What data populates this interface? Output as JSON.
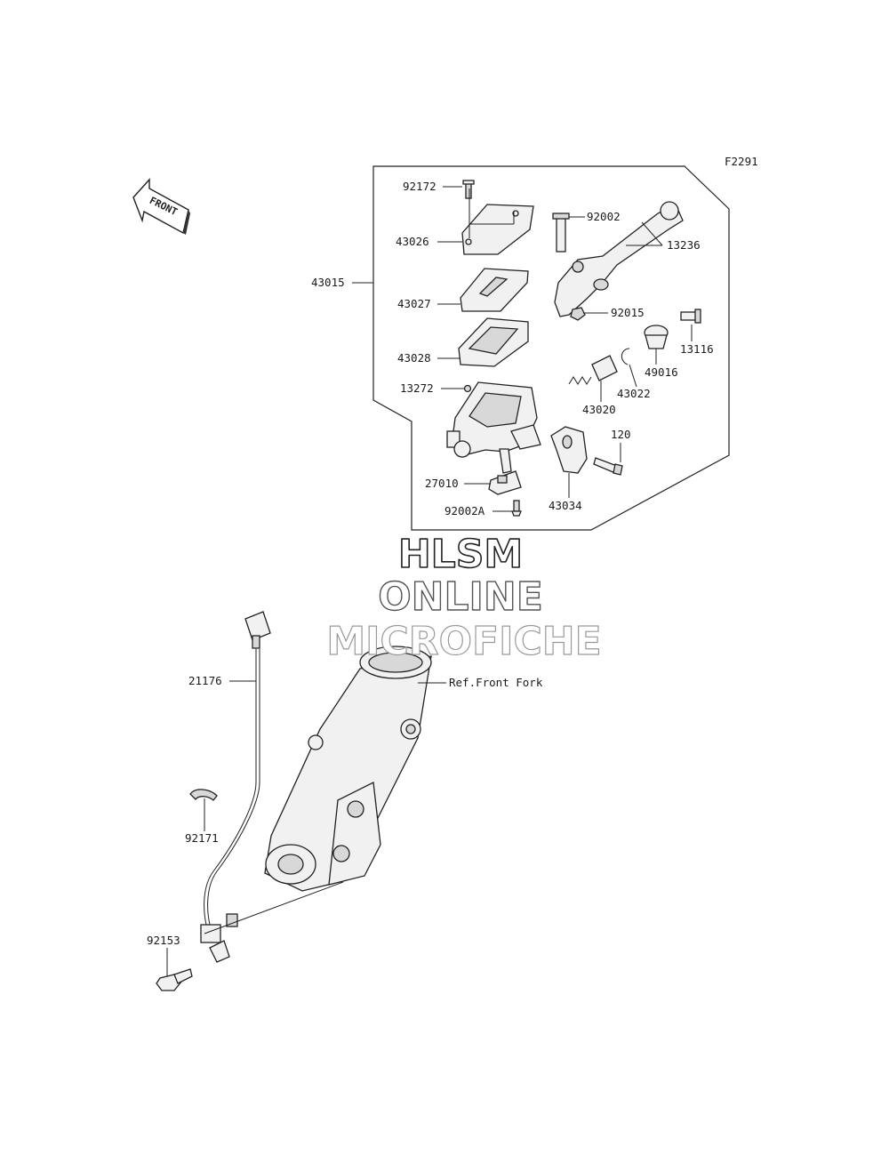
{
  "figure_code": "F2291",
  "front_arrow_text": "FRONT",
  "watermark": {
    "line1": "HLSM",
    "line2": "ONLINE",
    "line3": "MICROFICHE"
  },
  "parts": {
    "p92172": "92172",
    "p43026": "43026",
    "p43015": "43015",
    "p43027": "43027",
    "p43028": "43028",
    "p13272": "13272",
    "p27010": "27010",
    "p92002A": "92002A",
    "p92002": "92002",
    "p13236": "13236",
    "p92015": "92015",
    "p13116": "13116",
    "p49016": "49016",
    "p43022": "43022",
    "p43020": "43020",
    "p120": "120",
    "p43034": "43034",
    "p21176": "21176",
    "ref_front_fork": "Ref.Front Fork",
    "p92171": "92171",
    "p92153": "92153"
  }
}
